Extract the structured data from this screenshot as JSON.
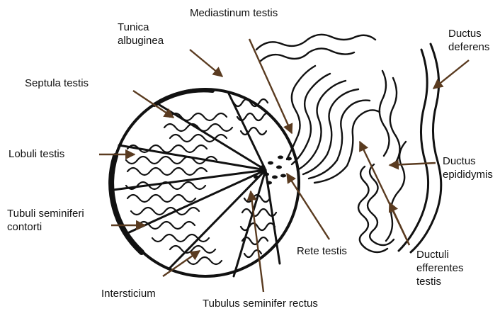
{
  "labels": {
    "mediastinum": "Mediastinum testis",
    "tunica_1": "Tunica",
    "tunica_2": "albuginea",
    "ductus_deferens_1": "Ductus",
    "ductus_deferens_2": "deferens",
    "septula": "Septula testis",
    "lobuli": "Lobuli testis",
    "ductus_epid_1": "Ductus",
    "ductus_epid_2": "epididymis",
    "tubuli_1": "Tubuli seminiferi",
    "tubuli_2": "contorti",
    "rete": "Rete testis",
    "ductuli_1": "Ductuli",
    "ductuli_2": "efferentes",
    "ductuli_3": "testis",
    "intersticium": "Intersticium",
    "rectus": "Tubulus seminifer rectus"
  },
  "colors": {
    "leader": "#5a3b20",
    "outline": "#111111"
  }
}
